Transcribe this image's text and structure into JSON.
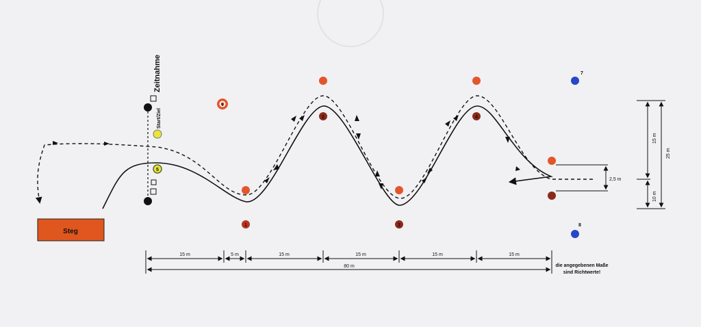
{
  "course": {
    "timing_label": "Zeitnahme",
    "start_finish_label": "Start/Ziel",
    "pier_label": "Steg",
    "note_line1": "die angegebenen Maße",
    "note_line2": "sind Richtwerte!"
  },
  "buoys": {
    "markers": [
      "1",
      "2",
      "3",
      "4",
      "5",
      "6",
      "7",
      "8"
    ]
  },
  "dimensions": {
    "segments": [
      "15 m",
      "5 m",
      "15 m",
      "15 m",
      "15 m",
      "15 m"
    ],
    "total": "80 m",
    "side_a": "15 m",
    "side_b": "25 m",
    "side_c": "10 m",
    "gap": "2,5 m"
  },
  "colors": {
    "orange": "#e2562b",
    "dark_red": "#8c2a1a",
    "blue": "#2747c8",
    "yellow": "#e9e53a",
    "pier": "#e0561f"
  }
}
